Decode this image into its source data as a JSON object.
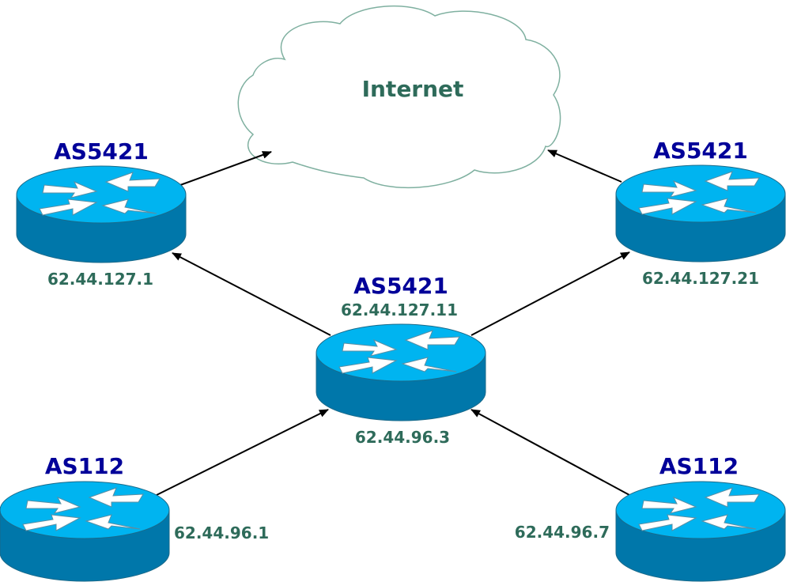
{
  "colors": {
    "as_label": "#000099",
    "ip_label": "#2e6b5a",
    "cloud_label": "#2e6b5a",
    "router_top": "#00b4f0",
    "router_side": "#0077aa",
    "router_edge": "#1a6a8a",
    "cloud_stroke": "#7fb0a0",
    "link": "#000000"
  },
  "cloud": {
    "label": "Internet",
    "icon": "cloud-icon"
  },
  "routers": {
    "top_left": {
      "as": "AS5421",
      "ip": "62.44.127.1",
      "icon": "router-icon"
    },
    "top_right": {
      "as": "AS5421",
      "ip": "62.44.127.21",
      "icon": "router-icon"
    },
    "center": {
      "as": "AS5421",
      "ip_top": "62.44.127.11",
      "ip_bottom": "62.44.96.3",
      "icon": "router-icon"
    },
    "bottom_left": {
      "as": "AS112",
      "ip": "62.44.96.1",
      "icon": "router-icon"
    },
    "bottom_right": {
      "as": "AS112",
      "ip": "62.44.96.7",
      "icon": "router-icon"
    }
  }
}
